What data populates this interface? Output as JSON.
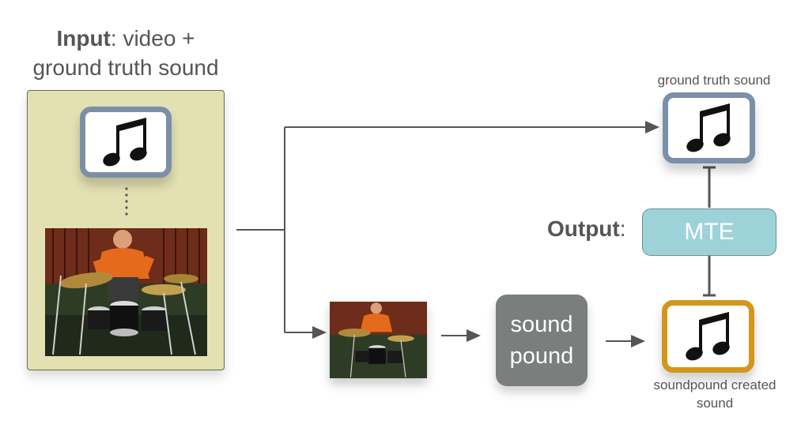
{
  "input": {
    "title_bold": "Input",
    "title_rest": ": video +",
    "title_line2": "ground truth sound"
  },
  "input_note_icon": "music-note-icon",
  "ellipsis": "⋮",
  "middle": {
    "soundpound_line1": "sound",
    "soundpound_line2": "pound"
  },
  "output": {
    "label_bold": "Output",
    "label_rest": ":",
    "mte": "MTE",
    "ground_truth_caption": "ground truth sound",
    "soundpound_caption_line1": "soundpound created",
    "soundpound_caption_line2": "sound"
  },
  "colors": {
    "input_panel": "#e3e0b2",
    "ground_truth_border": "#7b8fa8",
    "soundpound_border": "#d4961a",
    "mte_fill": "#9ed2d9",
    "soundpound_box": "#7a7e7c",
    "arrow": "#555555"
  }
}
